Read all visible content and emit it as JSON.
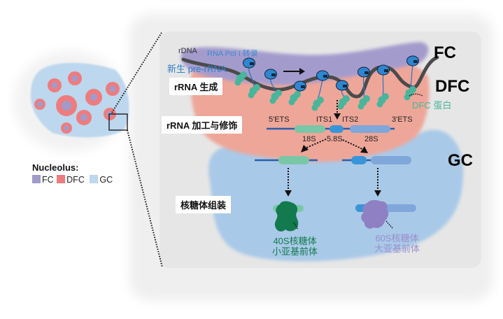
{
  "overview": {
    "legend_title": "Nucleolus:",
    "legend": [
      {
        "label": "FC",
        "color": "#a09bcb"
      },
      {
        "label": "DFC",
        "color": "#ee7c7e"
      },
      {
        "label": "GC",
        "color": "#bcd7ee"
      }
    ]
  },
  "regions": {
    "fc": "FC",
    "dfc": "DFC",
    "gc": "GC"
  },
  "transcription": {
    "rdna_label": "rDNA",
    "pol_label": "RNA Pol I 转录",
    "nascent_label": "新生 pre-rRNA",
    "dfc_protein_label": "DFC 蛋白"
  },
  "steps": {
    "step1": "rRNA 生成",
    "step2": "rRNA 加工与修饰",
    "step3": "核糖体组装"
  },
  "prerrna": {
    "top_labels": [
      "5'ETS",
      "ITS1",
      "ITS2",
      "3'ETS"
    ],
    "bottom_labels": [
      "18S",
      "5.8S",
      "28S"
    ]
  },
  "subunits": {
    "small_line1": "40S核糖体",
    "small_line2": "小亚基前体",
    "large_line1": "60S核糖体",
    "large_line2": "大亚基前体"
  },
  "colors": {
    "fc": "#a49bcd",
    "dfc": "#eea699",
    "gc": "#a9c9e8",
    "pol": "#2f86d1",
    "dfc_protein": "#49b59a",
    "s18": "#79c7a6",
    "s58": "#3a95d8",
    "s28": "#7fa7da",
    "small_subunit": "#127a4d",
    "large_subunit": "#8e80c2"
  }
}
